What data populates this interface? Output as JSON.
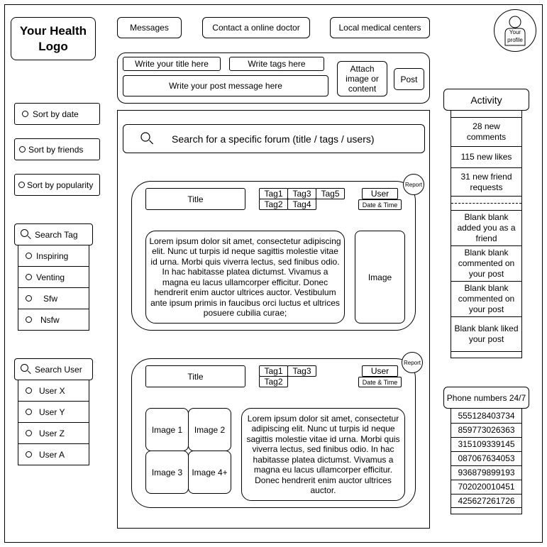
{
  "logo": "Your Health Logo",
  "nav": {
    "messages": "Messages",
    "contact_doctor": "Contact a online doctor",
    "local_centers": "Local medical centers"
  },
  "profile": {
    "label": "Your profile"
  },
  "composer": {
    "title_placeholder": "Write your title here",
    "tags_placeholder": "Write tags here",
    "message_placeholder": "Write your post message here",
    "attach_label": "Attach image or content",
    "post_label": "Post"
  },
  "sort": {
    "by_date": "Sort by date",
    "by_friends": "Sort by friends",
    "by_popularity": "Sort by popularity"
  },
  "tag_search": {
    "label": "Search Tag",
    "items": [
      "Inspiring",
      "Venting",
      "Sfw",
      "Nsfw"
    ]
  },
  "user_search": {
    "label": "Search User",
    "items": [
      "User X",
      "User Y",
      "User Z",
      "User A"
    ]
  },
  "forum": {
    "search_placeholder": "Search for a specific forum (title / tags / users)"
  },
  "post1": {
    "title": "Title",
    "tags": [
      "Tag1",
      "Tag3",
      "Tag5",
      "Tag2",
      "Tag4"
    ],
    "user": "User",
    "date_time": "Date & Time",
    "report": "Report",
    "body": "Lorem ipsum dolor sit amet, consectetur adipiscing elit. Nunc ut turpis id neque sagittis molestie vitae id urna. Morbi quis viverra lectus, sed finibus odio. In hac habitasse platea dictumst. Vivamus a magna eu lacus ullamcorper efficitur. Donec hendrerit enim auctor ultrices auctor. Vestibulum ante ipsum primis in faucibus orci luctus et ultrices posuere cubilia curae;",
    "image": "Image"
  },
  "post2": {
    "title": "Title",
    "tags": [
      "Tag1",
      "Tag3",
      "Tag2"
    ],
    "user": "User",
    "date_time": "Date & Time",
    "report": "Report",
    "images": [
      "Image 1",
      "Image 2",
      "Image 3",
      "Image 4+"
    ],
    "body": "Lorem ipsum dolor sit amet, consectetur adipiscing elit. Nunc ut turpis id neque sagittis molestie vitae id urna. Morbi quis viverra lectus, sed finibus odio. In hac habitasse platea dictumst. Vivamus a magna eu lacus ullamcorper efficitur. Donec hendrerit enim auctor ultrices auctor."
  },
  "activity": {
    "title": "Activity",
    "summary": [
      "28 new comments",
      "115 new likes",
      "31 new friend requests"
    ],
    "feed": [
      "Blank blank added you as a friend",
      "Blank blank commented on your post",
      "Blank blank commented on your post",
      "Blank blank liked your post"
    ]
  },
  "phones": {
    "title": "Phone numbers 24/7",
    "numbers": [
      "555128403734",
      "859773026363",
      "315109339145",
      "087067634053",
      "936879899193",
      "702020010451",
      "425627261726"
    ]
  },
  "icons": {
    "search": "search-icon",
    "radio": "radio-icon",
    "profile": "user-icon"
  }
}
